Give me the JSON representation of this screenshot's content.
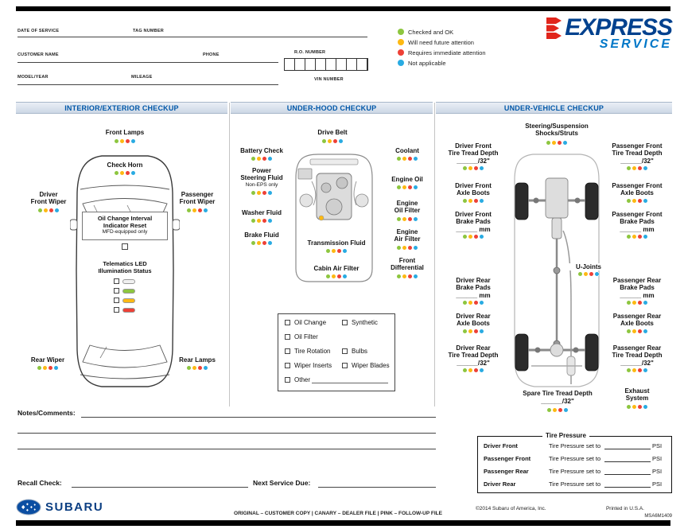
{
  "header": {
    "fields": {
      "date_of_service": "DATE OF SERVICE",
      "tag_number": "TAG NUMBER",
      "customer_name": "CUSTOMER NAME",
      "phone": "PHONE",
      "ro_number": "R.O. NUMBER",
      "model_year": "MODEL/YEAR",
      "mileage": "MILEAGE",
      "vin_number": "VIN NUMBER"
    },
    "logo": {
      "express": "EXPRESS",
      "service": "SERVICE"
    }
  },
  "legend": {
    "items": [
      {
        "label": "Checked and OK",
        "color": "#8dc63f"
      },
      {
        "label": "Will need future attention",
        "color": "#fdb913"
      },
      {
        "label": "Requires immediate attention",
        "color": "#ee4036"
      },
      {
        "label": "Not applicable",
        "color": "#29abe2"
      }
    ]
  },
  "sections": {
    "interior": {
      "title": "INTERIOR/EXTERIOR CHECKUP",
      "labels": {
        "front_lamps": "Front Lamps",
        "check_horn": "Check Horn",
        "driver_front_wiper": "Driver\nFront Wiper",
        "passenger_front_wiper": "Passenger\nFront Wiper",
        "oil_change_reset": "Oil Change Interval\nIndicator Reset",
        "oil_change_reset_note": "MFD-equipped only",
        "telematics": "Telematics LED\nIllumination Status",
        "rear_wiper": "Rear Wiper",
        "rear_lamps": "Rear Lamps"
      },
      "telematics_led_colors": [
        "#f0f0f0",
        "#8dc63f",
        "#fdb913",
        "#ee4036"
      ]
    },
    "under_hood": {
      "title": "UNDER-HOOD CHECKUP",
      "labels": {
        "drive_belt": "Drive Belt",
        "battery_check": "Battery Check",
        "power_steering_fluid": "Power\nSteering Fluid",
        "power_steering_note": "Non-EPS only",
        "washer_fluid": "Washer Fluid",
        "brake_fluid": "Brake Fluid",
        "coolant": "Coolant",
        "engine_oil": "Engine Oil",
        "engine_oil_filter": "Engine\nOil Filter",
        "engine_air_filter": "Engine\nAir Filter",
        "front_differential": "Front\nDifferential",
        "transmission_fluid": "Transmission Fluid",
        "cabin_air_filter": "Cabin Air Filter"
      },
      "services": [
        {
          "label": "Oil Change"
        },
        {
          "label": "Synthetic"
        },
        {
          "label": "Oil Filter"
        },
        {
          "label": "Tire Rotation"
        },
        {
          "label": "Bulbs"
        },
        {
          "label": "Wiper Inserts"
        },
        {
          "label": "Wiper Blades"
        },
        {
          "label": "Other"
        }
      ]
    },
    "under_vehicle": {
      "title": "UNDER-VEHICLE CHECKUP",
      "labels": {
        "steering_suspension": "Steering/Suspension\nShocks/Struts",
        "u_joints": "U-Joints",
        "spare_tire": "Spare Tire Tread Depth",
        "spare_tire_measure": "______/32\"",
        "exhaust_system": "Exhaust\nSystem"
      },
      "left_items": [
        {
          "label": "Driver Front\nTire Tread Depth\n______/32\""
        },
        {
          "label": "Driver Front\nAxle Boots"
        },
        {
          "label": "Driver Front\nBrake Pads\n______ mm"
        },
        {
          "label": "Driver Rear\nBrake Pads\n______ mm"
        },
        {
          "label": "Driver Rear\nAxle Boots"
        },
        {
          "label": "Driver Rear\nTire Tread Depth\n______/32\""
        }
      ],
      "right_items": [
        {
          "label": "Passenger Front\nTire Tread Depth\n______/32\""
        },
        {
          "label": "Passenger Front\nAxle Boots"
        },
        {
          "label": "Passenger Front\nBrake Pads\n______ mm"
        },
        {
          "label": "Passenger Rear\nBrake Pads\n______ mm"
        },
        {
          "label": "Passenger Rear\nAxle Boots"
        },
        {
          "label": "Passenger Rear\nTire Tread Depth\n______/32\""
        }
      ]
    }
  },
  "notes": {
    "label": "Notes/Comments:"
  },
  "tire_pressure": {
    "title": "Tire Pressure",
    "set_text": "Tire Pressure set to",
    "unit": "PSI",
    "rows": [
      {
        "label": "Driver Front"
      },
      {
        "label": "Passenger Front"
      },
      {
        "label": "Passenger Rear"
      },
      {
        "label": "Driver Rear"
      }
    ]
  },
  "footer": {
    "recall_check": "Recall Check:",
    "next_service_due": "Next Service Due:",
    "brand": "SUBARU",
    "copies": "ORIGINAL – CUSTOMER COPY   |   CANARY – DEALER FILE   |   PINK – FOLLOW-UP FILE",
    "copyright": "©2014 Subaru of America, Inc.",
    "printed": "Printed in U.S.A.",
    "form_code": "MSA6M1409"
  }
}
